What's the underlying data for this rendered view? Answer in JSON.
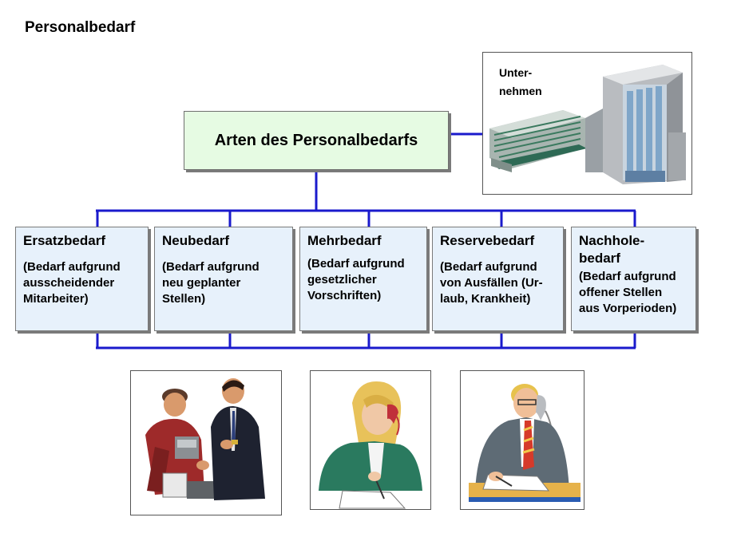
{
  "page": {
    "title": "Personalbedarf"
  },
  "main_box": {
    "label": "Arten des Personalbedarfs"
  },
  "company": {
    "label": "Unter-\nnehmen",
    "icon": "office-building-icon"
  },
  "categories": [
    {
      "title": "Ersatzbedarf",
      "description": "(Bedarf aufgrund\nausscheidender\nMitarbeiter)"
    },
    {
      "title": "Neubedarf",
      "description": "(Bedarf aufgrund\nneu geplanter\nStellen)"
    },
    {
      "title": "Mehrbedarf",
      "description": "(Bedarf aufgrund\ngesetzlicher\nVorschriften)"
    },
    {
      "title": "Reservebedarf",
      "description": "(Bedarf aufgrund\nvon Ausfällen (Ur-\nlaub, Krankheit)"
    },
    {
      "title": "Nachhole-\nbedarf",
      "description": "(Bedarf aufgrund\noffener Stellen\naus Vorperioden)"
    }
  ],
  "images": [
    {
      "icon": "two-men-talking-icon"
    },
    {
      "icon": "woman-on-phone-icon"
    },
    {
      "icon": "man-on-phone-icon"
    }
  ],
  "colors": {
    "connector": "#1a1acc",
    "main_box_fill": "#e6fbe3",
    "category_fill": "#e7f1fb"
  }
}
